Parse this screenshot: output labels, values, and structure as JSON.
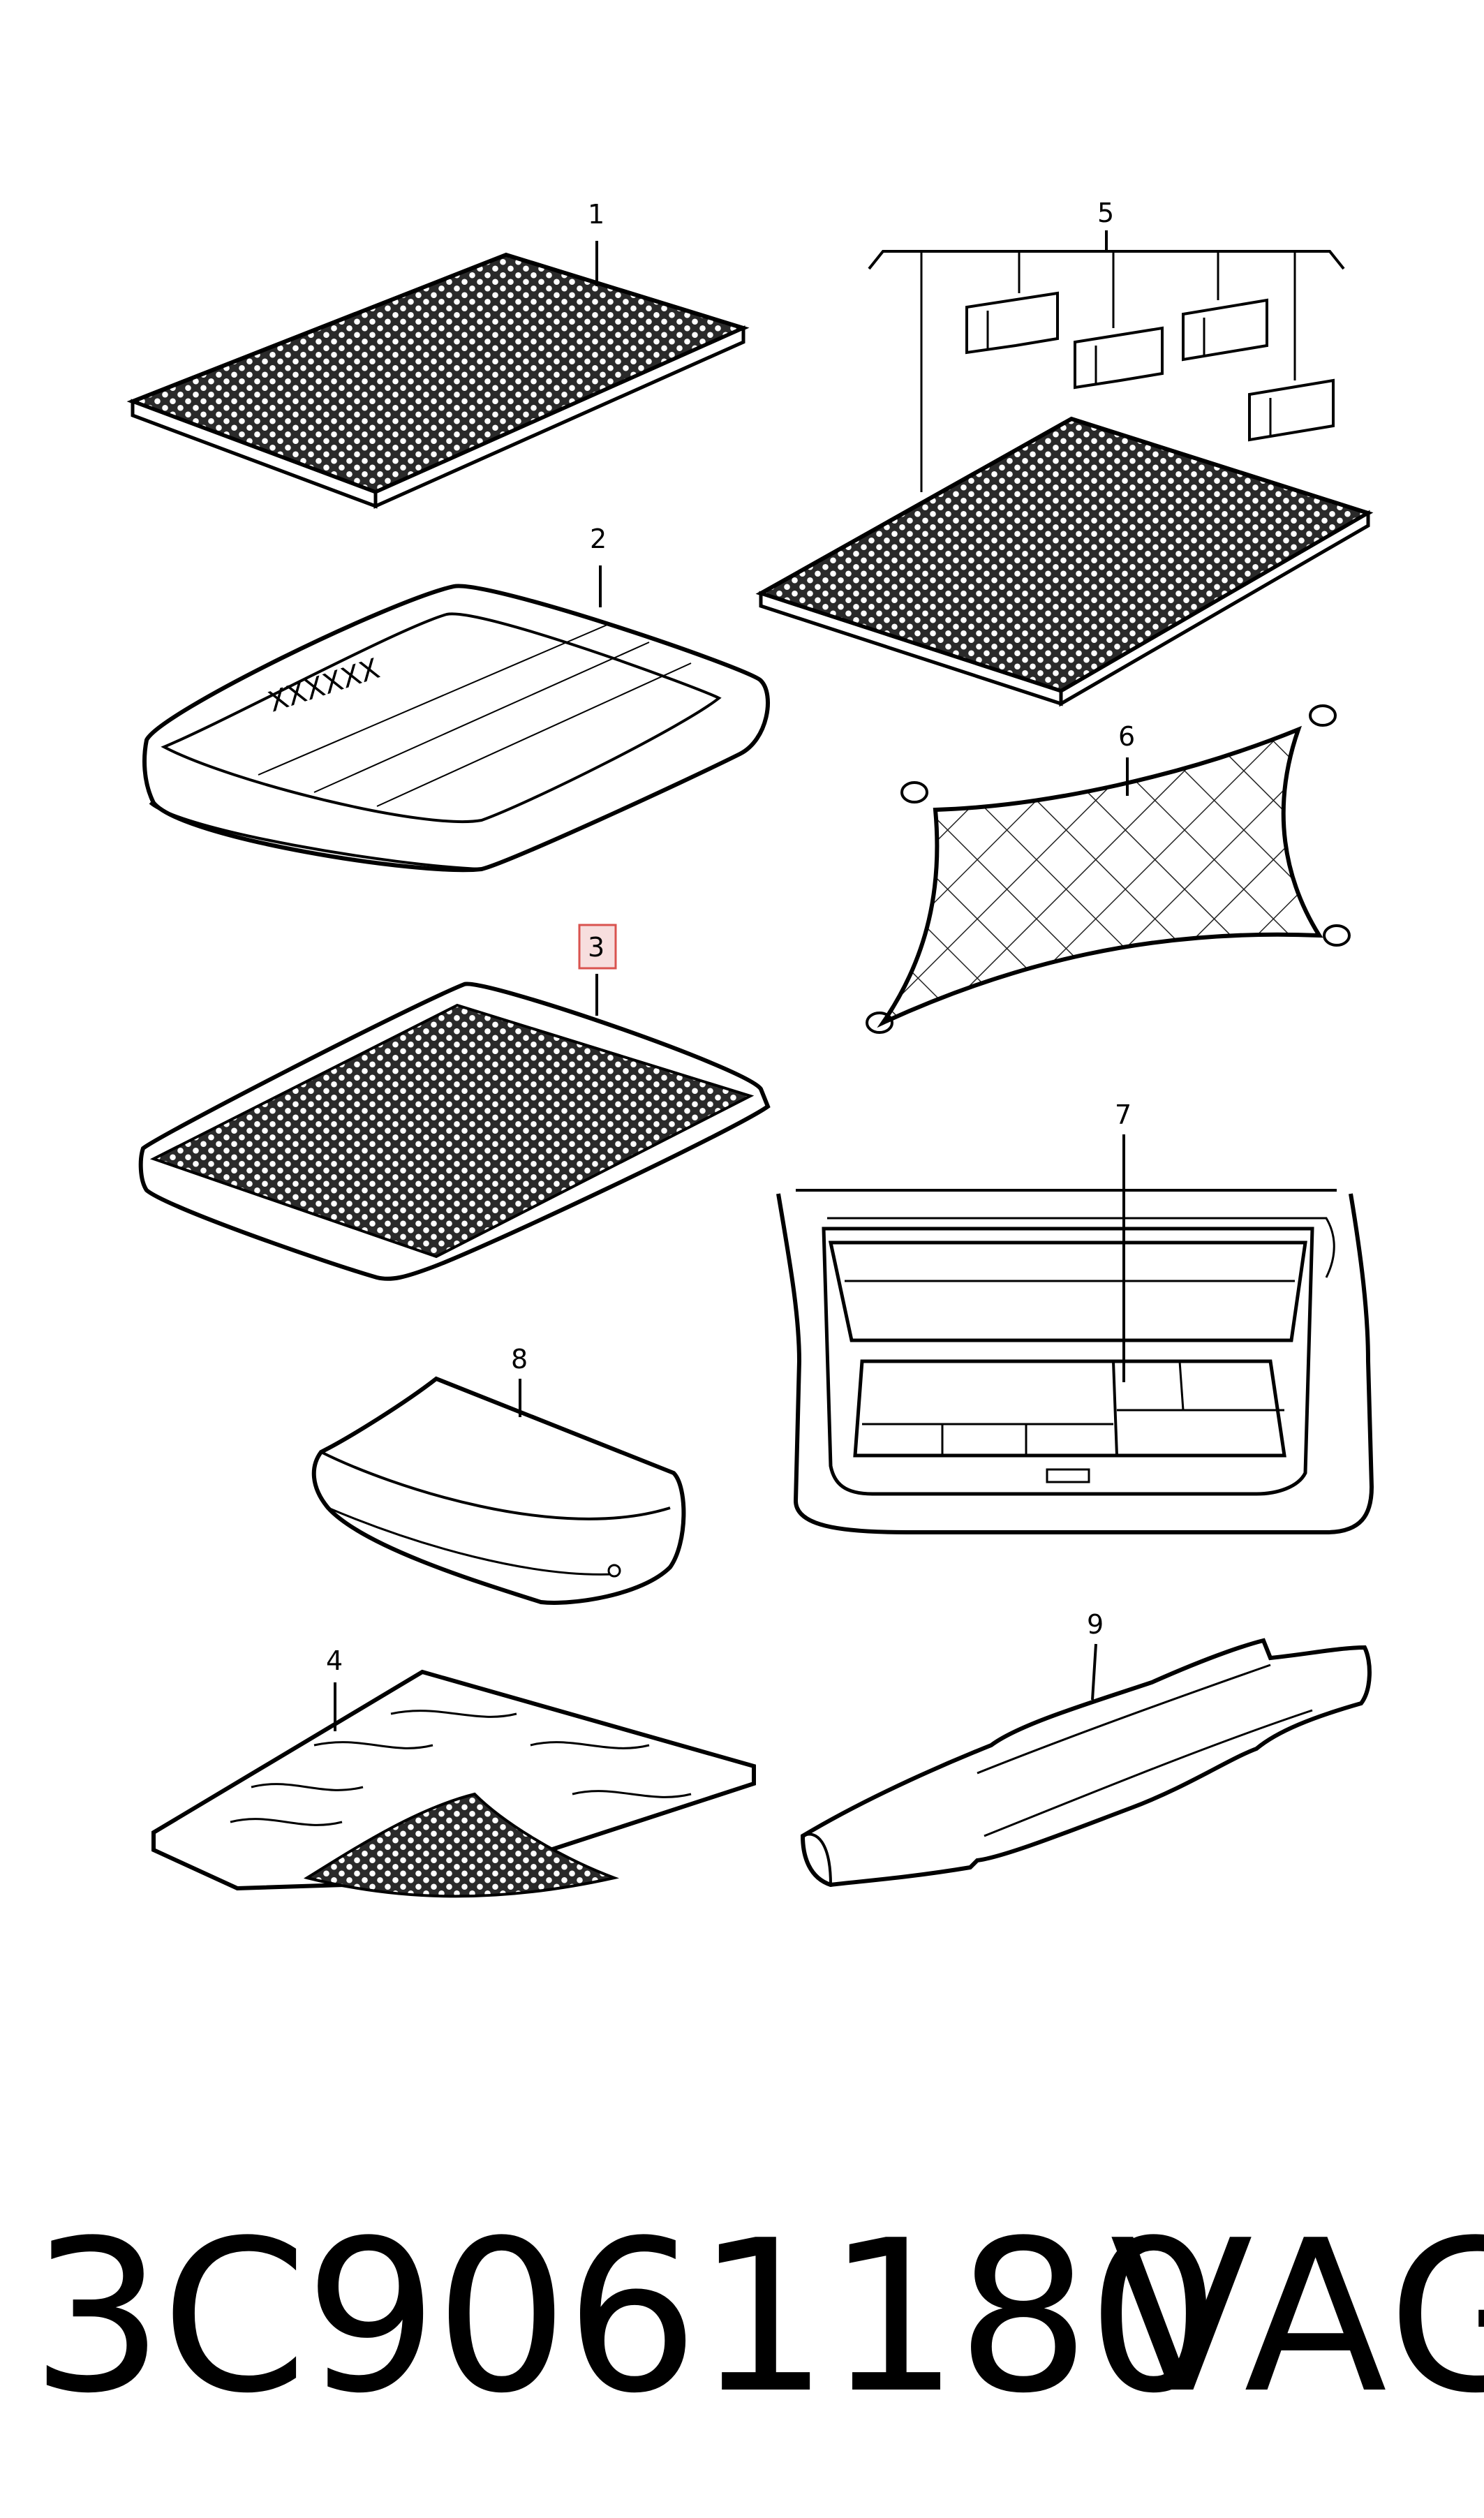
{
  "diagram": {
    "callouts": {
      "c1": "1",
      "c2": "2",
      "c3": "3",
      "c4": "4",
      "c5": "5",
      "c6": "6",
      "c7": "7",
      "c8": "8",
      "c9": "9"
    },
    "tray_marking": "XXXXXX",
    "highlight_color": "#d9534f",
    "highlight_fill": "#f7dede"
  },
  "footer": {
    "part_number": "3C9061180",
    "brand": "VAG"
  }
}
